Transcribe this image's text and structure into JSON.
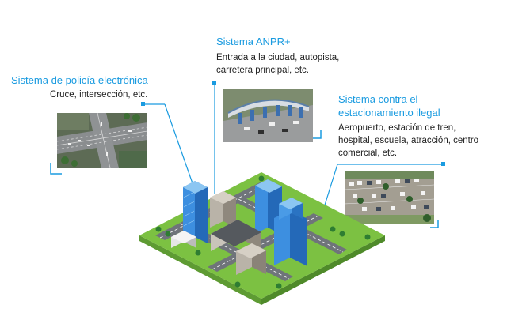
{
  "callouts": {
    "police": {
      "title": "Sistema de policía electrónica",
      "desc": "Cruce, intersección, etc."
    },
    "anpr": {
      "title": "Sistema ANPR+",
      "desc_lines": [
        "Entrada a la ciudad, autopista,",
        "carretera principal, etc."
      ]
    },
    "parking": {
      "title_lines": [
        "Sistema contra el",
        "estacionamiento ilegal"
      ],
      "desc_lines": [
        "Aeropuerto, estación de tren,",
        "hospital, escuela, atracción, centro",
        "comercial, etc."
      ]
    }
  },
  "colors": {
    "accent": "#1a9be0",
    "text": "#222222",
    "grass": "#7cc142",
    "road": "#6f747a"
  },
  "icons": [
    "intersection-photo",
    "toll-gate-photo",
    "parking-lot-photo",
    "city-block-illustration"
  ]
}
